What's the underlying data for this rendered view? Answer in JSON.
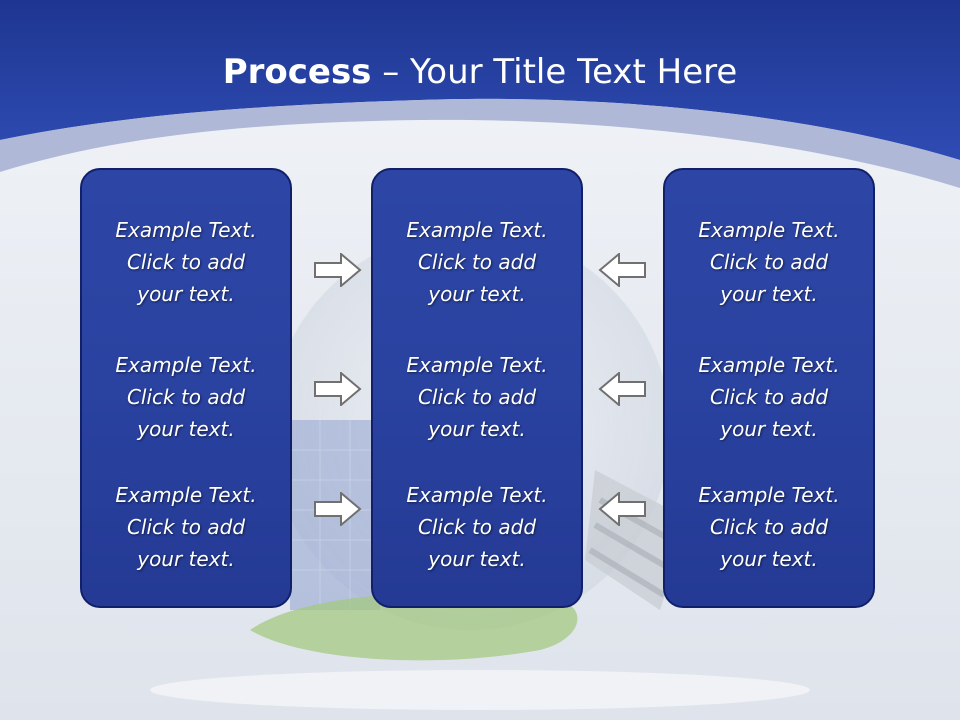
{
  "slide": {
    "title_bold": "Process",
    "title_rest": " – Your Title Text Here"
  },
  "columns": [
    {
      "blocks": [
        [
          "Example Text.",
          "Click  to add",
          "your text."
        ],
        [
          "Example Text.",
          "Click  to add",
          "your text."
        ],
        [
          "Example Text.",
          "Click  to add",
          "your text."
        ]
      ]
    },
    {
      "blocks": [
        [
          "Example Text.",
          "Click  to add",
          "your text."
        ],
        [
          "Example Text.",
          "Click  to add",
          "your text."
        ],
        [
          "Example Text.",
          "Click  to add",
          "your text."
        ]
      ]
    },
    {
      "blocks": [
        [
          "Example Text.",
          "Click  to add",
          "your text."
        ],
        [
          "Example Text.",
          "Click  to add",
          "your text."
        ],
        [
          "Example Text.",
          "Click  to add",
          "your text."
        ]
      ]
    }
  ],
  "colors": {
    "header_blue": "#2a44a8",
    "box_blue": "#2d46a6",
    "box_border": "#12206a",
    "arrow_fill": "#ffffff",
    "arrow_stroke": "#707070"
  }
}
